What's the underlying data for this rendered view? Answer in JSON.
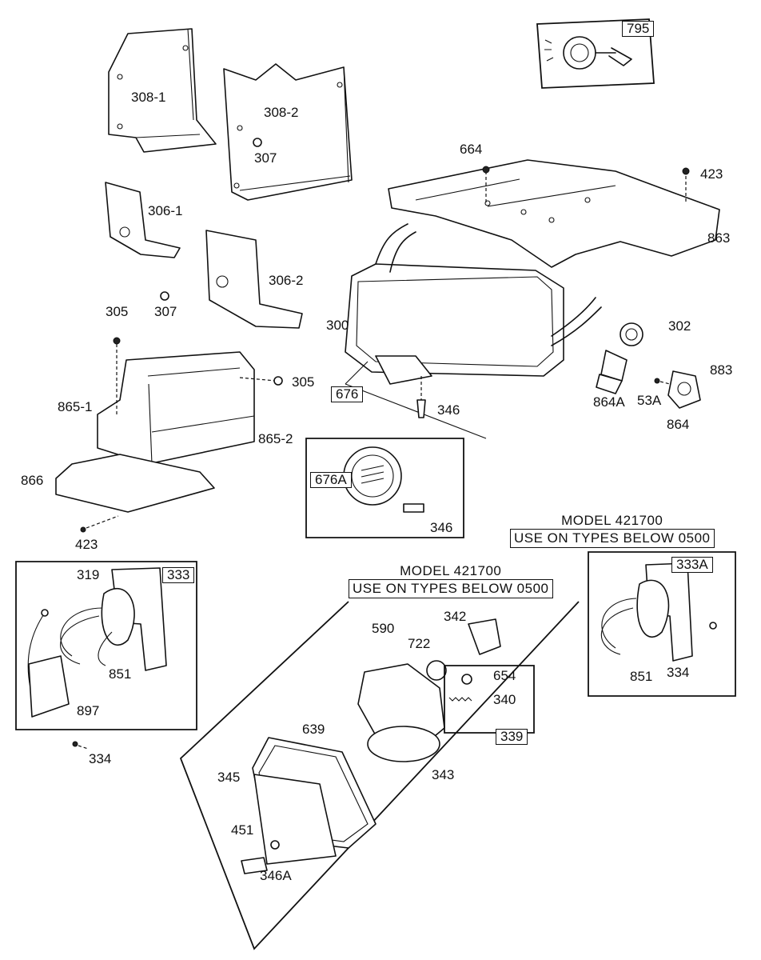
{
  "callouts": [
    {
      "id": "795",
      "boxed": true
    },
    {
      "id": "308-1",
      "boxed": false
    },
    {
      "id": "308-2",
      "boxed": false
    },
    {
      "id": "307",
      "boxed": false
    },
    {
      "id": "307",
      "boxed": false
    },
    {
      "id": "664",
      "boxed": false
    },
    {
      "id": "423",
      "boxed": false
    },
    {
      "id": "863",
      "boxed": false
    },
    {
      "id": "306-1",
      "boxed": false
    },
    {
      "id": "306-2",
      "boxed": false
    },
    {
      "id": "305",
      "boxed": false
    },
    {
      "id": "305",
      "boxed": false
    },
    {
      "id": "300",
      "boxed": false
    },
    {
      "id": "302",
      "boxed": false
    },
    {
      "id": "883",
      "boxed": false
    },
    {
      "id": "676",
      "boxed": true
    },
    {
      "id": "346",
      "boxed": false
    },
    {
      "id": "864A",
      "boxed": false
    },
    {
      "id": "53A",
      "boxed": false
    },
    {
      "id": "864",
      "boxed": false
    },
    {
      "id": "865-1",
      "boxed": false
    },
    {
      "id": "865-2",
      "boxed": false
    },
    {
      "id": "866",
      "boxed": false
    },
    {
      "id": "423",
      "boxed": false
    },
    {
      "id": "676A",
      "boxed": true
    },
    {
      "id": "346",
      "boxed": false
    },
    {
      "id": "319",
      "boxed": false
    },
    {
      "id": "333",
      "boxed": true
    },
    {
      "id": "851",
      "boxed": false
    },
    {
      "id": "897",
      "boxed": false
    },
    {
      "id": "334",
      "boxed": false
    },
    {
      "id": "342",
      "boxed": false
    },
    {
      "id": "590",
      "boxed": false
    },
    {
      "id": "722",
      "boxed": false
    },
    {
      "id": "654",
      "boxed": false
    },
    {
      "id": "340",
      "boxed": false
    },
    {
      "id": "339",
      "boxed": true
    },
    {
      "id": "343",
      "boxed": false
    },
    {
      "id": "639",
      "boxed": false
    },
    {
      "id": "345",
      "boxed": false
    },
    {
      "id": "451",
      "boxed": false
    },
    {
      "id": "346A",
      "boxed": false
    },
    {
      "id": "333A",
      "boxed": true
    },
    {
      "id": "851",
      "boxed": false
    },
    {
      "id": "334",
      "boxed": false
    }
  ],
  "banners": [
    {
      "model": "MODEL 421700",
      "types": "USE ON TYPES BELOW 0500"
    },
    {
      "model": "MODEL 421700",
      "types": "USE ON TYPES BELOW 0500"
    }
  ]
}
